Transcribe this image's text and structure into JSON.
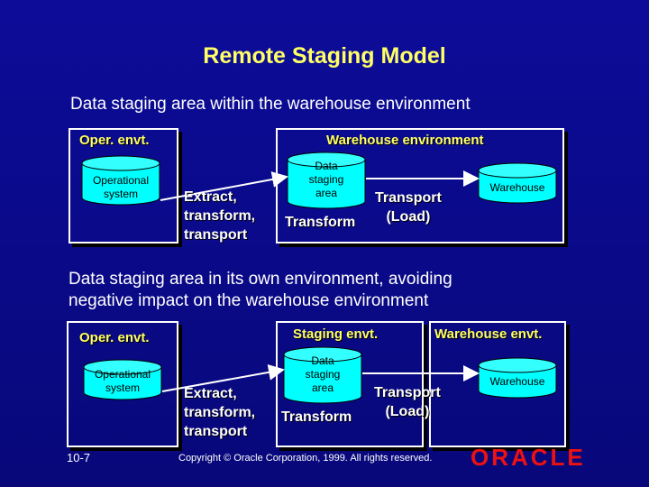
{
  "title": "Remote Staging Model",
  "section1": {
    "heading": "Data staging area within the warehouse environment",
    "oper_label": "Oper. envt.",
    "warehouse_env_label": "Warehouse environment",
    "operational_system": [
      "Operational",
      "system"
    ],
    "data_staging_area": [
      "Data",
      "staging",
      "area"
    ],
    "warehouse": "Warehouse",
    "extract_label": [
      "Extract,",
      "transform,",
      "transport"
    ],
    "transform_label": "Transform",
    "transport_label": [
      "Transport",
      "(Load)"
    ]
  },
  "section2": {
    "heading_line1": "Data staging area in its own environment, avoiding",
    "heading_line2": "negative impact on the warehouse environment",
    "oper_label": "Oper. envt.",
    "staging_env_label": "Staging envt.",
    "warehouse_env_label": "Warehouse envt.",
    "operational_system": [
      "Operational",
      "system"
    ],
    "data_staging_area": [
      "Data",
      "staging",
      "area"
    ],
    "warehouse": "Warehouse",
    "extract_label": [
      "Extract,",
      "transform,",
      "transport"
    ],
    "transform_label": "Transform",
    "transport_label": [
      "Transport",
      "(Load)"
    ]
  },
  "footer": {
    "page_number": "10-7",
    "copyright": "Copyright © Oracle Corporation, 1999. All rights reserved.",
    "logo_text": "ORACLE"
  },
  "colors": {
    "background": "#0a0a8c",
    "title_yellow": "#ffff66",
    "cylinder_cyan": "#00ffff",
    "logo_red": "#ee1111"
  }
}
